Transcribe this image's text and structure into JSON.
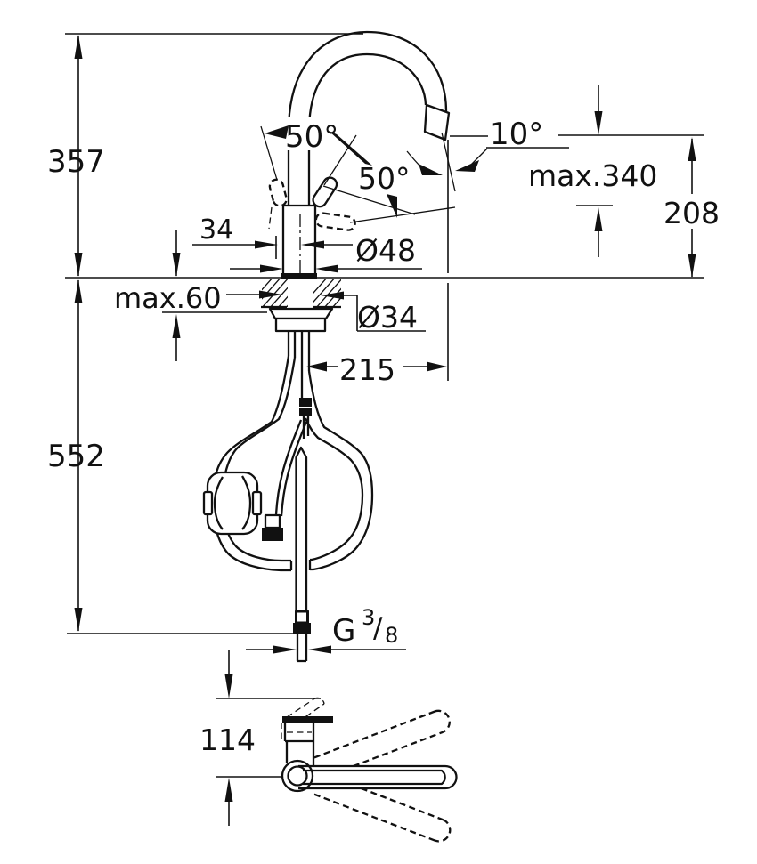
{
  "drawing": {
    "type": "technical-dimension-drawing",
    "subject": "single-lever kitchen faucet with high C-spout and pull-out hose, side elevation with installation dimensions plus top view",
    "colors": {
      "line": "#111111",
      "background": "#ffffff"
    },
    "labels": {
      "height_above_deck": "357",
      "length_below_deck": "552",
      "deck_thickness": "max.60",
      "base_offset": "34",
      "base_diameter": "Ø48",
      "shank_diameter": "Ø34",
      "spout_reach": "215",
      "lever_swing_left": "50°",
      "lever_swing_right": "50°",
      "spout_tip_angle": "10°",
      "max_outlet_height": "max.340",
      "outlet_height": "208",
      "top_view_depth": "114",
      "thread_g": "G",
      "thread_numerator": "3",
      "thread_slash": "/",
      "thread_denominator": "8"
    }
  }
}
